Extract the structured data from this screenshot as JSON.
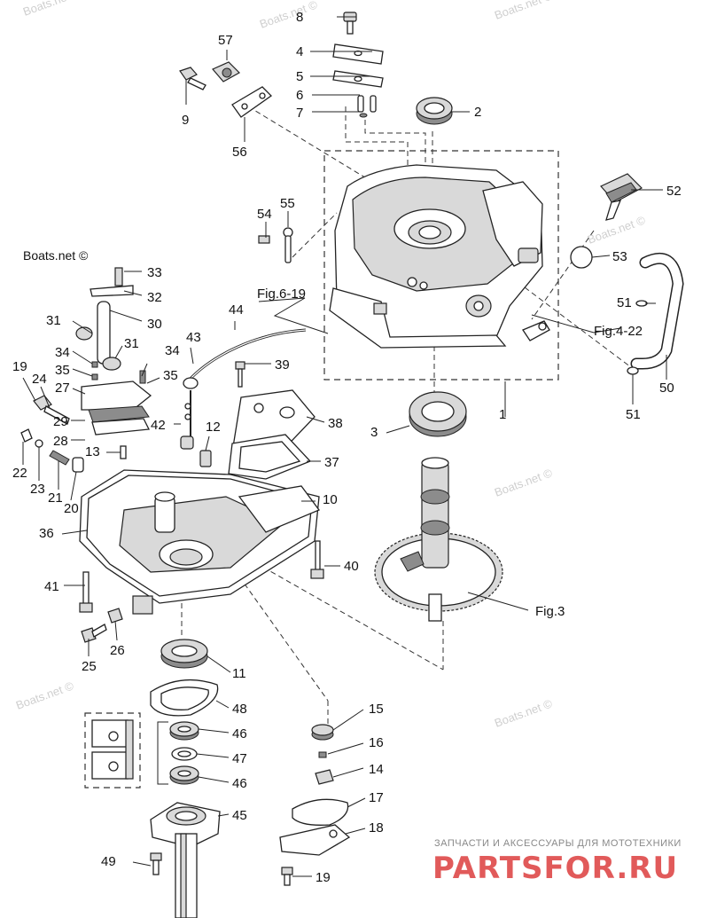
{
  "watermarks": [
    "Boats.net ©",
    "Boats.net ©",
    "Boats.net ©",
    "Boats.net ©",
    "Boats.net ©",
    "Boats.net ©",
    "Boats.net ©",
    "Boats.net ©"
  ],
  "callouts": {
    "p1": "1",
    "p2": "2",
    "p3": "3",
    "p4": "4",
    "p5": "5",
    "p6": "6",
    "p7": "7",
    "p8": "8",
    "p9": "9",
    "p10": "10",
    "p11": "11",
    "p12": "12",
    "p13": "13",
    "p14": "14",
    "p15": "15",
    "p16": "16",
    "p17": "17",
    "p18": "18",
    "p19a": "19",
    "p19b": "19",
    "p20": "20",
    "p21": "21",
    "p22": "22",
    "p23": "23",
    "p24": "24",
    "p25": "25",
    "p26": "26",
    "p27": "27",
    "p28": "28",
    "p29": "29",
    "p30": "30",
    "p31a": "31",
    "p31b": "31",
    "p32": "32",
    "p33": "33",
    "p34a": "34",
    "p34b": "34",
    "p35a": "35",
    "p35b": "35",
    "p36": "36",
    "p37": "37",
    "p38": "38",
    "p39": "39",
    "p40": "40",
    "p41": "41",
    "p42": "42",
    "p43": "43",
    "p44": "44",
    "p45": "45",
    "p46a": "46",
    "p46b": "46",
    "p47": "47",
    "p48": "48",
    "p49": "49",
    "p50": "50",
    "p51a": "51",
    "p51b": "51",
    "p52": "52",
    "p53": "53",
    "p54": "54",
    "p55": "55",
    "p56": "56",
    "p57": "57"
  },
  "figure_refs": {
    "fig6": "Fig.6-19",
    "fig4": "Fig.4-22",
    "fig3": "Fig.3"
  },
  "branding": {
    "tagline": "ЗАПЧАСТИ И АКСЕССУАРЫ ДЛЯ МОТОТЕХНИКИ",
    "logo": "PARTSFOR.RU"
  },
  "colors": {
    "ink": "#222222",
    "watermark": "#cfcfcf",
    "logo": "#e15a5a"
  }
}
